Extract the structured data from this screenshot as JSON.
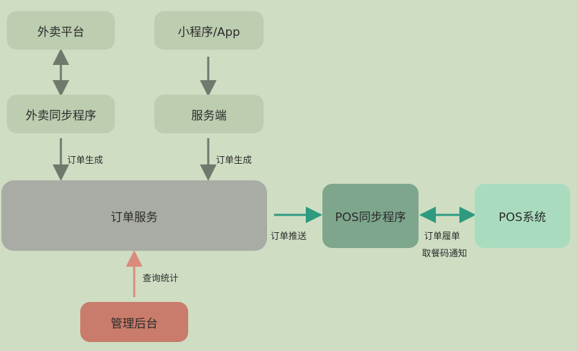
{
  "nodes": {
    "waimai_platform": "外卖平台",
    "mini_program": "小程序/App",
    "waimai_sync": "外卖同步程序",
    "service_end": "服务端",
    "order_service": "订单服务",
    "pos_sync": "POS同步程序",
    "pos_system": "POS系统",
    "admin_backend": "管理后台"
  },
  "edge_labels": {
    "order_gen_left": "订单生成",
    "order_gen_right": "订单生成",
    "order_push": "订单推送",
    "order_fulfill": "订单履单",
    "pickup_notify": "取餐码通知",
    "query_stats": "查询统计"
  },
  "colors": {
    "background": "#cfdec3",
    "light_box": "#bccdb0",
    "order_service": "#a9aca4",
    "pos_sync": "#7ea68c",
    "pos_system": "#a9dcbe",
    "admin": "#c97c6b",
    "gray_arrow": "#6f7a6c",
    "teal_arrow": "#2e9a7f",
    "red_arrow": "#d98b7c"
  }
}
